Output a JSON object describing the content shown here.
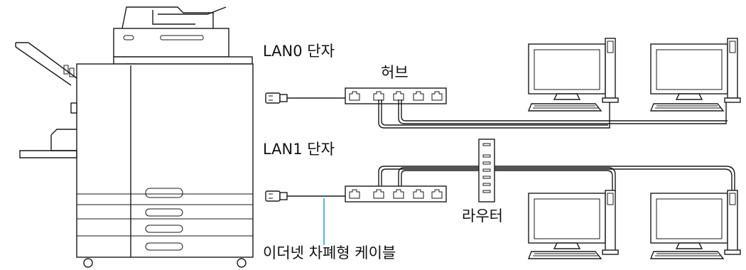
{
  "labels": {
    "lan0_port": "LAN0 단자",
    "hub": "허브",
    "lan1_port": "LAN1 단자",
    "router": "라우터",
    "cable": "이더넷 차폐형 케이블"
  },
  "colors": {
    "line": "#1a1a1a",
    "callout": "#2aa7e0",
    "background": "#ffffff"
  }
}
